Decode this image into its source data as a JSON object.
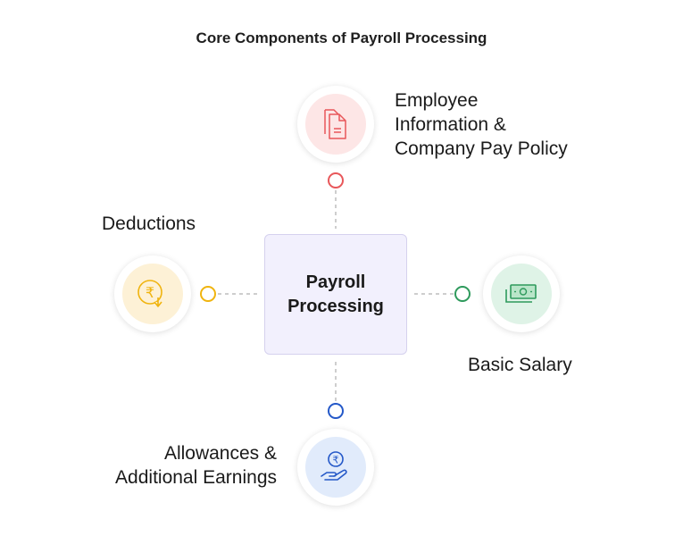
{
  "title": "Core Components of Payroll Processing",
  "center": {
    "line1": "Payroll",
    "line2": "Processing"
  },
  "components": {
    "employee_info": {
      "line1": "Employee",
      "line2": "Information &",
      "line3": "Company Pay Policy",
      "icon": "document-icon",
      "color": "#e8575a"
    },
    "deductions": {
      "label": "Deductions",
      "icon": "rupee-down-arrow-icon",
      "color": "#f0b40f"
    },
    "basic_salary": {
      "label": "Basic Salary",
      "icon": "cash-notes-icon",
      "color": "#2e9a5c"
    },
    "allowances": {
      "line1": "Allowances &",
      "line2": "Additional Earnings",
      "icon": "hand-rupee-coin-icon",
      "color": "#2458c8"
    }
  }
}
